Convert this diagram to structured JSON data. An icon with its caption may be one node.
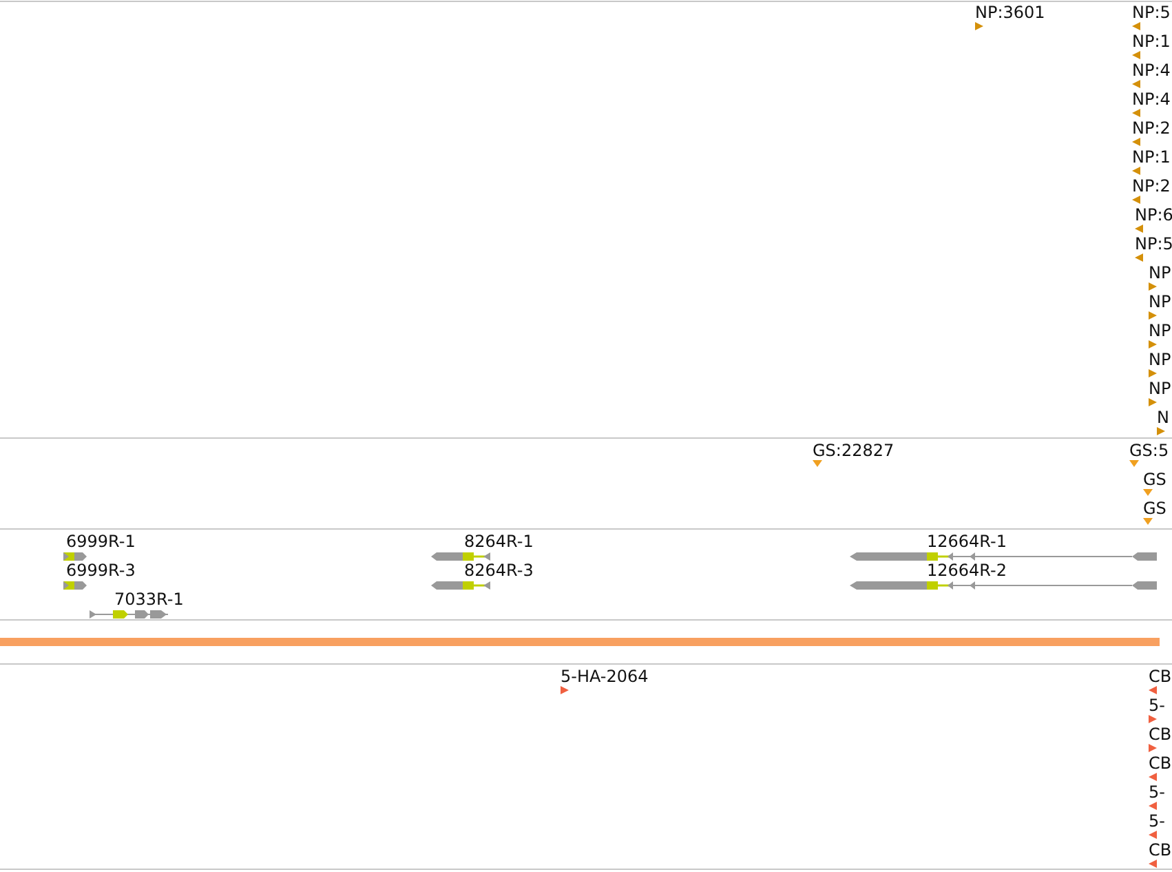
{
  "diagram": {
    "labels": [
      "NP:3601",
      "NP:5",
      "NP:1",
      "NP:4",
      "NP:4",
      "NP:2",
      "NP:1",
      "NP:2",
      "NP:6",
      "NP:5",
      "NP",
      "NP",
      "NP",
      "NP",
      "NP",
      "N",
      "GS:22827",
      "GS:5",
      "GS",
      "GS",
      "6999R-1",
      "8264R-1",
      "12664R-1",
      "6999R-3",
      "8264R-3",
      "12664R-2",
      "7033R-1",
      "5-HA-2064",
      "CB",
      "5-",
      "CB",
      "CB",
      "5-",
      "5-",
      "CB"
    ]
  }
}
